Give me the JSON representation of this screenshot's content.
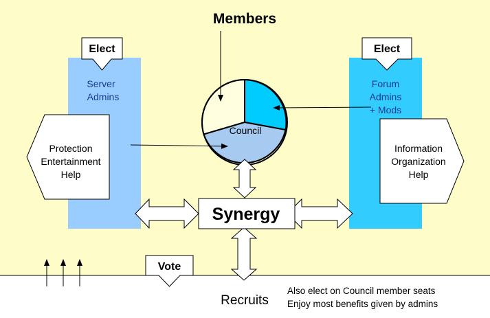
{
  "title": "Members",
  "left_column": {
    "badge": "Elect",
    "heading_line1": "Server",
    "heading_line2": "Admins",
    "roles": [
      "Protection",
      "Entertainment",
      "Help"
    ]
  },
  "right_column": {
    "badge": "Elect",
    "heading_line1": "Forum",
    "heading_line2": "Admins",
    "heading_line3": "+ Mods",
    "roles": [
      "Information",
      "Organization",
      "Help"
    ]
  },
  "pie": {
    "label": "Council",
    "colors": {
      "members": "#ffffe0",
      "forum": "#00ccff",
      "council": "#a6caf0"
    }
  },
  "center": {
    "label": "Synergy"
  },
  "vote": {
    "badge": "Vote"
  },
  "bottom": {
    "label": "Recruits",
    "note_line1": "Also elect  on Council member seats",
    "note_line2": "Enjoy most benefits given by admins"
  },
  "colors": {
    "background": "#fefdc9",
    "left_column": "#99ccff",
    "right_column": "#33ccff",
    "bottom_band": "#ffffff"
  }
}
